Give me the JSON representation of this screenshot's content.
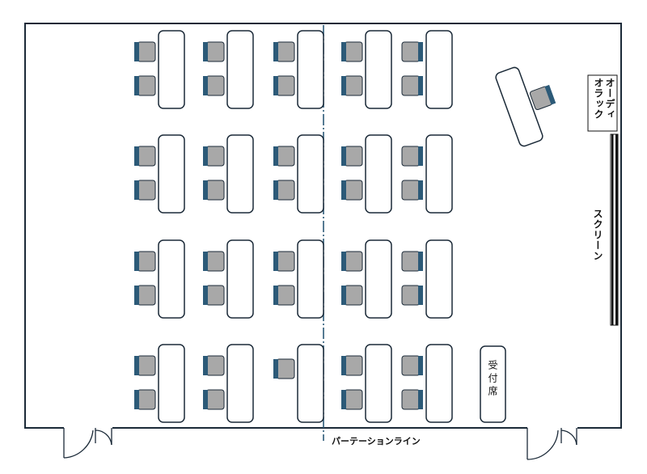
{
  "labels": {
    "audio_rack": "オーディオラック",
    "screen": "スクリーン",
    "reception": "受付席",
    "partition": "パーテーションライン"
  },
  "layout": {
    "table_rows": 4,
    "table_columns": 5
  },
  "colors": {
    "wall": "#1b2a38",
    "chair_fill": "#a8a8a8",
    "chair_back": "#2c5a78",
    "partition_line": "#2c5a78"
  }
}
